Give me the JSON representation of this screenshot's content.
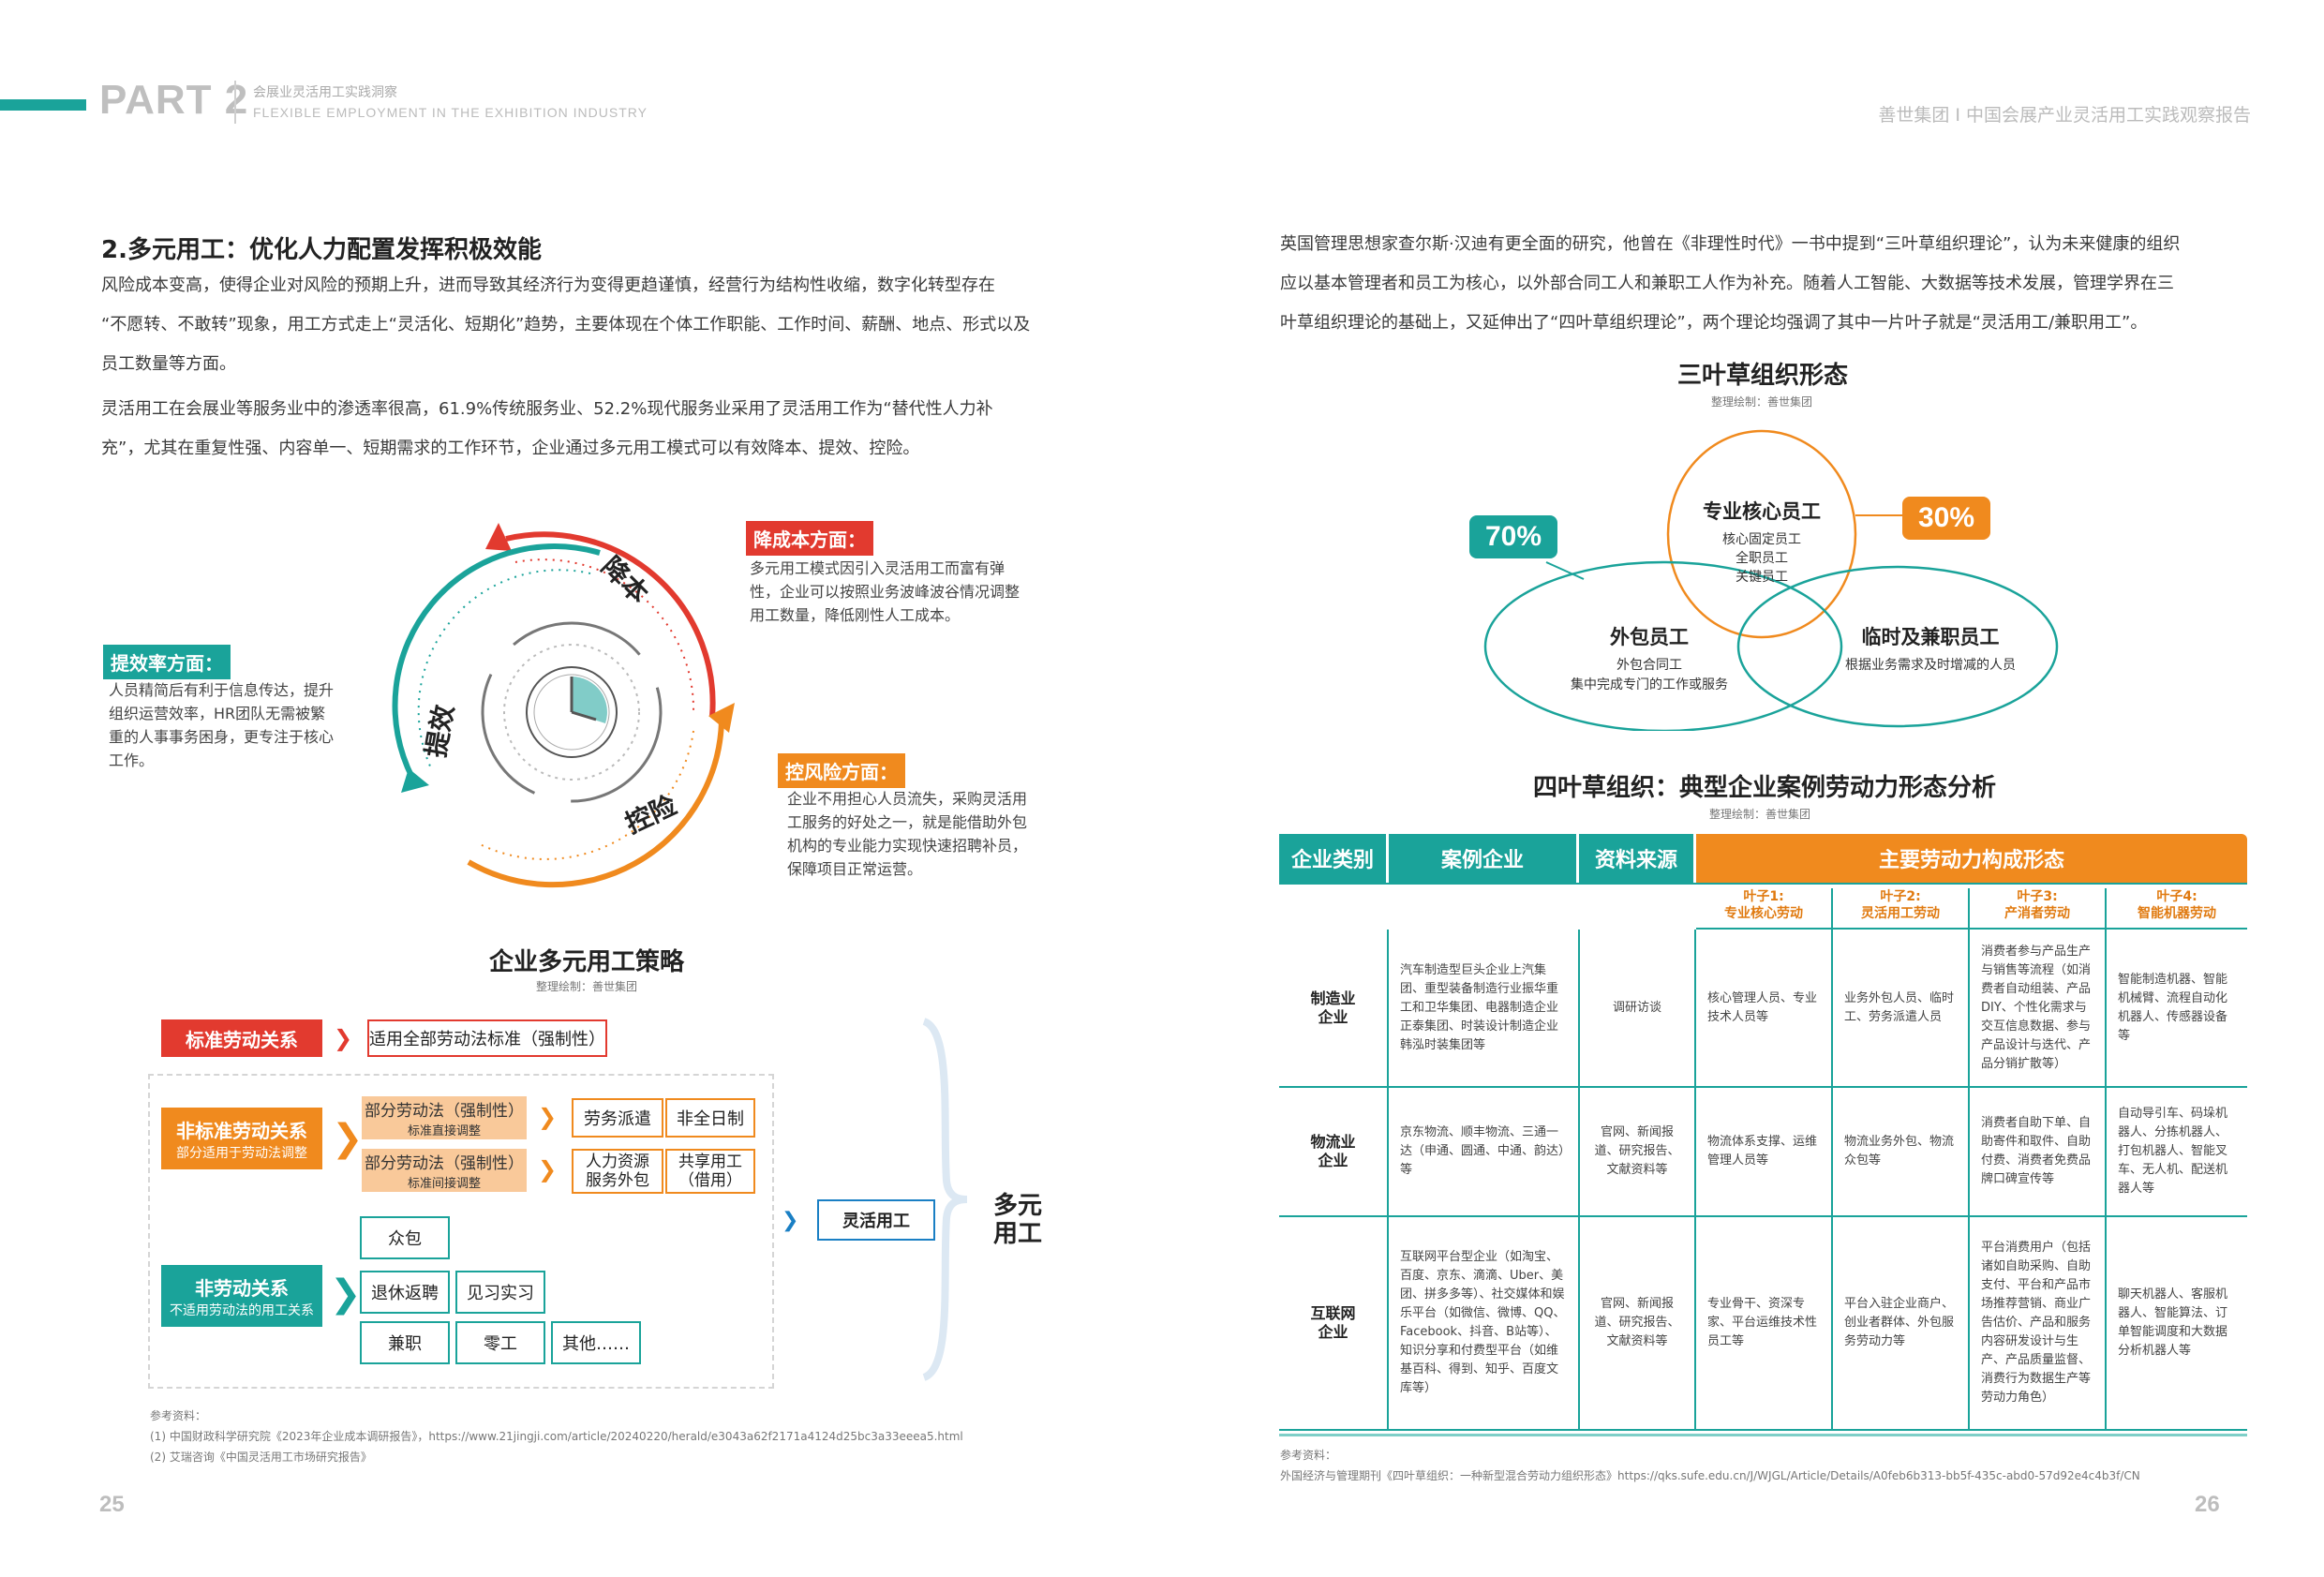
{
  "header": {
    "part": "PART 2",
    "cn_sub": "会展业灵活用工实践洞察",
    "en_sub": "FLEXIBLE EMPLOYMENT IN THE EXHIBITION INDUSTRY",
    "right_title": "善世集团 I 中国会展产业灵活用工实践观察报告"
  },
  "left": {
    "page_no": "25",
    "heading": "2.多元用工：优化人力配置发挥积极效能",
    "para1": [
      "风险成本变高，使得企业对风险的预期上升，进而导致其经济行为变得更趋谨慎，经营行为结构性收缩，数字化转型存在",
      "“不愿转、不敢转”现象，用工方式走上“灵活化、短期化”趋势，主要体现在个体工作职能、工作时间、薪酬、地点、形式以及",
      "员工数量等方面。"
    ],
    "para2": [
      "灵活用工在会展业等服务业中的渗透率很高，61.9%传统服务业、52.2%现代服务业采用了灵活用工作为“替代性人力补",
      "充”，尤其在重复性强、内容单一、短期需求的工作环节，企业通过多元用工模式可以有效降本、提效、控险。"
    ],
    "cycle": {
      "cost_title": "降成本方面：",
      "cost_text": [
        "多元用工模式因引入灵活用工而富有弹",
        "性，企业可以按照业务波峰波谷情况调整",
        "用工数量，降低刚性人工成本。"
      ],
      "eff_title": "提效率方面：",
      "eff_text": [
        "人员精简后有利于信息传达，提升",
        "组织运营效率，HR团队无需被繁",
        "重的人事事务困身，更专注于核心",
        "工作。"
      ],
      "risk_title": "控风险方面：",
      "risk_text": [
        "企业不用担心人员流失，采购灵活用",
        "工服务的好处之一，就是能借助外包",
        "机构的专业能力实现快速招聘补员，",
        "保障项目正常运营。"
      ],
      "arc1": "降本",
      "arc2": "提效",
      "arc3": "控险"
    },
    "strategy": {
      "title": "企业多元用工策略",
      "credit": "整理绘制：善世集团",
      "std_label": "标准劳动关系",
      "std_desc": "适用全部劳动法标准（强制性）",
      "nonstd_label": "非标准劳动关系",
      "nonstd_sub": "部分适用于劳动法调整",
      "part1_title": "部分劳动法（强制性）",
      "part1_sub": "标准直接调整",
      "part2_title": "部分劳动法（强制性）",
      "part2_sub": "标准间接调整",
      "dispatch": "劳务派遣",
      "nonfull": "非全日制",
      "hr_outsource": "人力资源\n服务外包",
      "shared": "共享用工\n（借用）",
      "nonlabor_label": "非劳动关系",
      "nonlabor_sub": "不适用劳动法的用工关系",
      "crowd": "众包",
      "retire": "退休返聘",
      "intern": "见习实习",
      "parttime": "兼职",
      "gig": "零工",
      "others": "其他……",
      "flex": "灵活用工",
      "multi": "多元\n用工"
    },
    "refs": {
      "title": "参考资料：",
      "r1": "(1) 中国财政科学研究院《2023年企业成本调研报告》，https://www.21jingji.com/article/20240220/herald/e3043a62f2171a4124d25bc3a33eeea5.html",
      "r2": "(2) 艾瑞咨询《中国灵活用工市场研究报告》"
    }
  },
  "right": {
    "page_no": "26",
    "intro": [
      "英国管理思想家查尔斯·汉迪有更全面的研究，他曾在《非理性时代》一书中提到“三叶草组织理论”，认为未来健康的组织",
      "应以基本管理者和员工为核心，以外部合同工人和兼职工人作为补充。随着人工智能、大数据等技术发展，管理学界在三",
      "叶草组织理论的基础上，又延伸出了“四叶草组织理论”，两个理论均强调了其中一片叶子就是“灵活用工/兼职用工”。"
    ],
    "clover": {
      "title": "三叶草组织形态",
      "credit": "整理绘制：善世集团",
      "pct_left": "70%",
      "pct_right": "30%",
      "core_title": "专业核心员工",
      "core_items": [
        "核心固定员工",
        "全职员工",
        "关键员工"
      ],
      "out_title": "外包员工",
      "out_items": [
        "外包合同工",
        "集中完成专门的工作或服务"
      ],
      "temp_title": "临时及兼职员工",
      "temp_items": [
        "根据业务需求及时增减的人员"
      ]
    },
    "table": {
      "title": "四叶草组织：典型企业案例劳动力形态分析",
      "credit": "整理绘制：善世集团",
      "headers": [
        "企业类别",
        "案例企业",
        "资料来源",
        "主要劳动力构成形态"
      ],
      "leaves": [
        "叶子1:\n专业核心劳动",
        "叶子2:\n灵活用工劳动",
        "叶子3:\n产消者劳动",
        "叶子4:\n智能机器劳动"
      ],
      "rows": [
        {
          "cat": "制造业\n企业",
          "case": "汽车制造型巨头企业上汽集团、重型装备制造行业振华重工和卫华集团、电器制造企业正泰集团、时装设计制造企业韩泓时装集团等",
          "src": "调研访谈",
          "l1": "核心管理人员、专业技术人员等",
          "l2": "业务外包人员、临时工、劳务派遣人员",
          "l3": "消费者参与产品生产与销售等流程（如消费者自动组装、产品DIY、个性化需求与交互信息数据、参与产品设计与迭代、产品分销扩散等）",
          "l4": "智能制造机器、智能机械臂、流程自动化机器人、传感器设备等"
        },
        {
          "cat": "物流业\n企业",
          "case": "京东物流、顺丰物流、三通一达（申通、圆通、中通、韵达）等",
          "src": "官网、新闻报道、研究报告、文献资料等",
          "l1": "物流体系支撑、运维管理人员等",
          "l2": "物流业务外包、物流众包等",
          "l3": "消费者自助下单、自助寄件和取件、自助付费、消费者免费品牌口碑宣传等",
          "l4": "自动导引车、码垛机器人、分拣机器人、打包机器人、智能叉车、无人机、配送机器人等"
        },
        {
          "cat": "互联网\n企业",
          "case": "互联网平台型企业（如淘宝、百度、京东、滴滴、Uber、美团、拼多多等）、社交媒体和娱乐平台（如微信、微博、QQ、Facebook、抖音、B站等）、知识分享和付费型平台（如维基百科、得到、知乎、百度文库等）",
          "src": "官网、新闻报道、研究报告、文献资料等",
          "l1": "专业骨干、资深专家、平台运维技术性员工等",
          "l2": "平台入驻企业商户、创业者群体、外包服务劳动力等",
          "l3": "平台消费用户（包括诸如自助采购、自助支付、平台和产品市场推荐营销、商业广告估价、产品和服务内容研发设计与生产、产品质量监督、消费行为数据生产等劳动力角色）",
          "l4": "聊天机器人、客服机器人、智能算法、订单智能调度和大数据分析机器人等"
        }
      ]
    },
    "refs": {
      "title": "参考资料：",
      "r1": "外国经济与管理期刊《四叶草组织：一种新型混合劳动力组织形态》https://qks.sufe.edu.cn/J/WJGL/Article/Details/A0feb6b313-bb5f-435c-abd0-57d92e4c4b3f/CN"
    }
  },
  "colors": {
    "teal": "#1aa39a",
    "orange": "#f08a1e",
    "red": "#e23a2f"
  }
}
